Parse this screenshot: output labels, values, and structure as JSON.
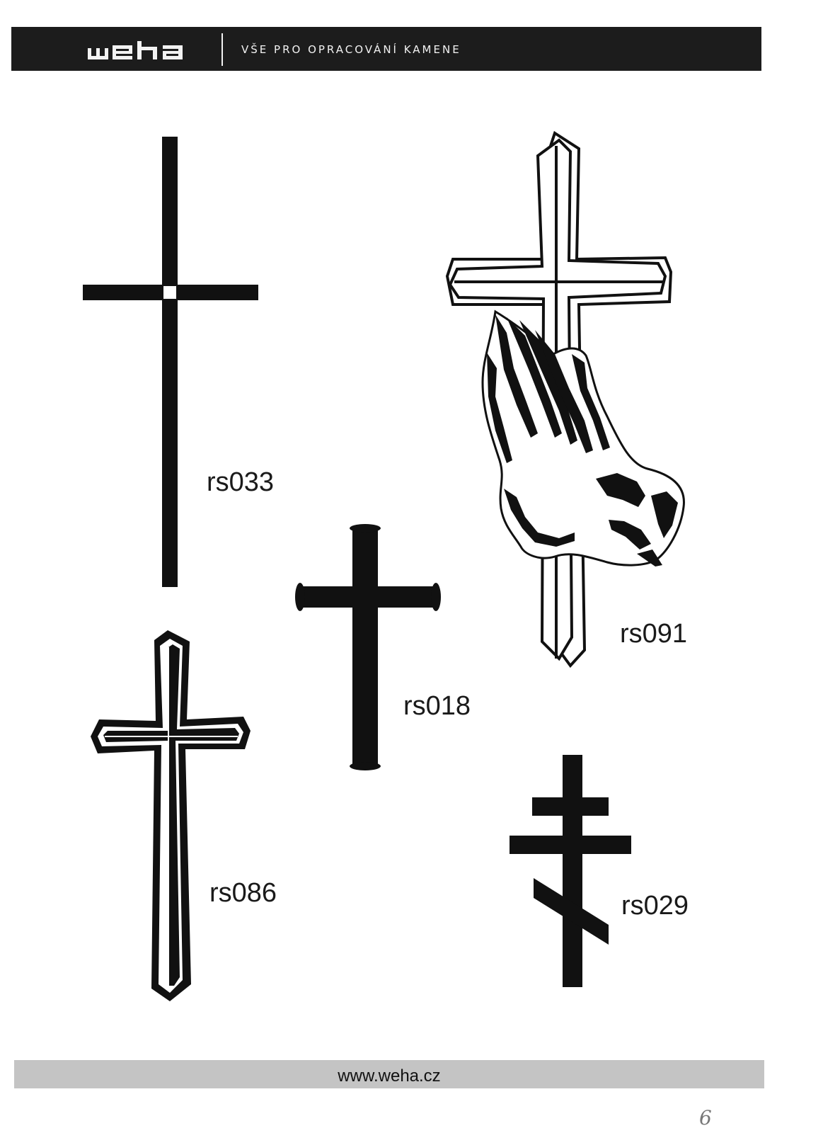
{
  "header": {
    "brand": "weha",
    "tagline": "VŠE PRO OPRACOVÁNÍ KAMENE"
  },
  "products": [
    {
      "code": "rs033",
      "icon": "plain-cross-icon"
    },
    {
      "code": "rs091",
      "icon": "cross-with-praying-hands-icon"
    },
    {
      "code": "rs018",
      "icon": "rounded-end-cross-icon"
    },
    {
      "code": "rs086",
      "icon": "outlined-flared-cross-icon"
    },
    {
      "code": "rs029",
      "icon": "orthodox-cross-icon"
    }
  ],
  "footer": {
    "url": "www.weha.cz"
  },
  "page_mark": "6",
  "colors": {
    "header_bg": "#1c1c1c",
    "footer_bg": "#c4c4c4",
    "ink": "#111111"
  }
}
